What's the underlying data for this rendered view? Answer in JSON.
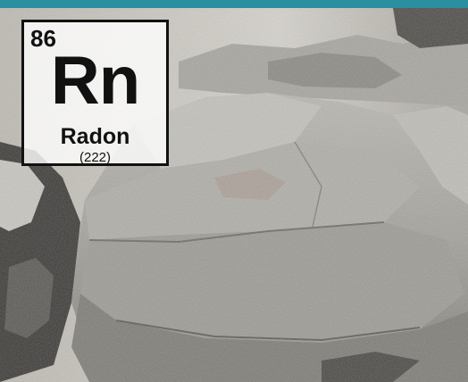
{
  "colors": {
    "top_bar": "#2c8fa0",
    "tile_border": "#111111"
  },
  "element_tile": {
    "atomic_number": "86",
    "symbol": "Rn",
    "name": "Radon",
    "atomic_mass": "(222)"
  }
}
